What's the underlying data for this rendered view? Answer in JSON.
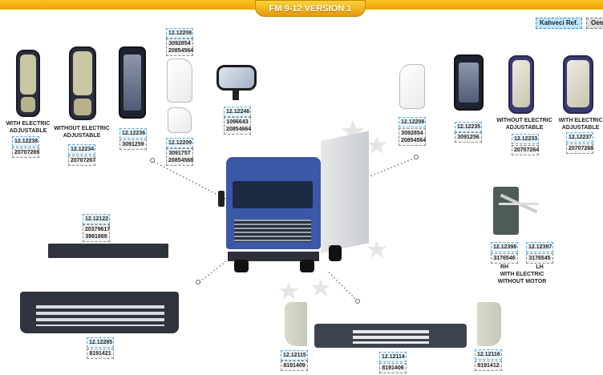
{
  "header": {
    "title": "FM 9-12 VERSION 1"
  },
  "legend": {
    "ref_label": "Kahveci Ref.",
    "oem_label": "Oem"
  },
  "parts": [
    {
      "caption": [
        "WITH ELECTRIC",
        "ADJUSTABLE"
      ],
      "ref": "12.12238",
      "oem": [
        "20707269"
      ]
    },
    {
      "caption": [
        "WITHOUT ELECTRIC",
        "ADJUSTABLE"
      ],
      "ref": "12.12234",
      "oem": [
        "20707267"
      ]
    },
    {
      "ref": "12.12236",
      "oem": [
        "3091259"
      ]
    },
    {
      "ref": "12.12208",
      "oem": [
        "3092854",
        "20854564"
      ]
    },
    {
      "ref": "12.12209",
      "oem": [
        "3091757",
        "20854568"
      ]
    },
    {
      "ref": "12.12246",
      "oem": [
        "1096643",
        "20854664"
      ]
    },
    {
      "ref": "12.12208",
      "oem": [
        "3092854",
        "20854564"
      ]
    },
    {
      "ref": "12.12235",
      "oem": [
        "3091256"
      ]
    },
    {
      "caption": [
        "WITHOUT ELECTRIC",
        "ADJUSTABLE"
      ],
      "ref": "12.12233",
      "oem": [
        "20707264"
      ]
    },
    {
      "caption": [
        "WITH ELECTRIC",
        "ADJUSTABLE"
      ],
      "ref": "12.12237",
      "oem": [
        "20707268"
      ]
    },
    {
      "ref": "12.12398",
      "oem": [
        "3176546"
      ],
      "side": "RH"
    },
    {
      "ref": "12.12397",
      "oem": [
        "3176545"
      ],
      "side": "LH"
    },
    {
      "caption": [
        "WITH ELECTRIC",
        "WITHOUT MOTOR"
      ]
    },
    {
      "ref": "12.12122",
      "oem": [
        "20379617",
        "3981869"
      ]
    },
    {
      "ref": "12.12285",
      "oem": [
        "8191421"
      ]
    },
    {
      "ref": "12.12115",
      "oem": [
        "8191409"
      ]
    },
    {
      "ref": "12.12114",
      "oem": [
        "8191406"
      ]
    },
    {
      "ref": "12.12116",
      "oem": [
        "8191412"
      ]
    }
  ],
  "colors": {
    "banner": "#f0a90f",
    "ref_bg": "#eaf6fd",
    "ref_border": "#5aa8e0",
    "truck_cab": "#3b57a8"
  }
}
